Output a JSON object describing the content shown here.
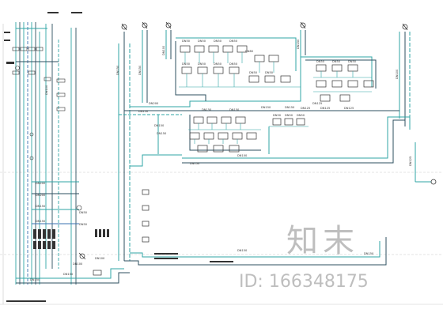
{
  "colors": {
    "pipe_cyan": "#2fa6a6",
    "pipe_dark": "#2c4f5f",
    "pipe_blue": "#3a70b0",
    "annotation": "#333333",
    "watermark": "#b8b8b8",
    "grid_gray": "#c8c8c8"
  },
  "watermark": {
    "brand": "知末",
    "id_text": "ID: 166348175"
  },
  "labels": {
    "dn": [
      "DN150",
      "DN150",
      "DN100",
      "DN150",
      "DN100",
      "DN100",
      "DN50",
      "DN50",
      "DN50",
      "DN50",
      "DN80",
      "DN50",
      "DN50",
      "DN50",
      "DN50",
      "DN50",
      "DN50",
      "DN50",
      "DN50",
      "DN50",
      "DN200",
      "DN150",
      "DN150",
      "DN150",
      "DN150",
      "DN150",
      "DN150",
      "DN150",
      "DN125",
      "DN125",
      "DN125",
      "DN125",
      "DN150",
      "DN100",
      "DN50",
      "DN50",
      "DN50",
      "DN200",
      "DN200",
      "DN150",
      "DN150",
      "DN100",
      "DN150",
      "DN150",
      "DN125",
      "DN150",
      "DN150",
      "DN100",
      "DN50",
      "DN50"
    ]
  }
}
